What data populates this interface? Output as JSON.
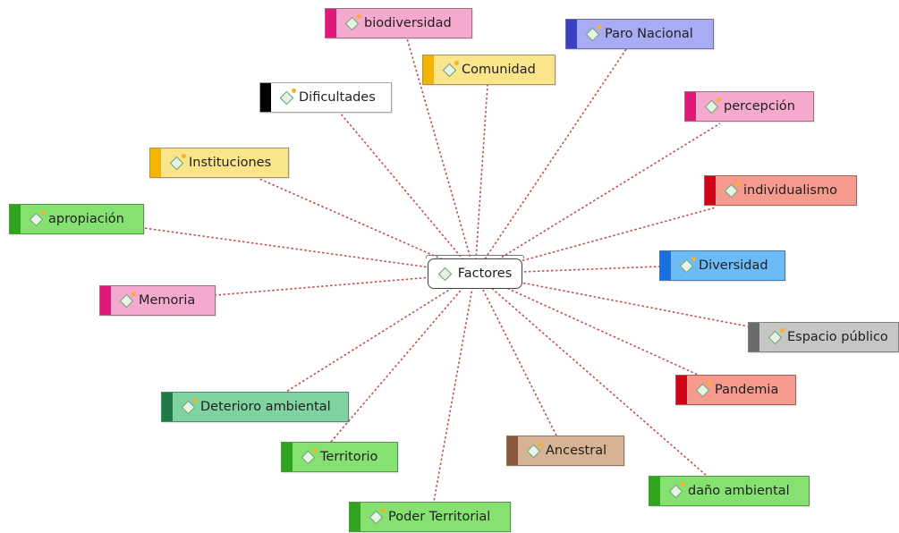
{
  "center": {
    "label": "Factores"
  },
  "link_color": "#c0504d",
  "nodes": [
    {
      "id": "biodiversidad",
      "label": "biodiversidad",
      "strip": "#e0187a",
      "fill": "#f6a9cf",
      "icon": "concept-icon"
    },
    {
      "id": "paro-nacional",
      "label": "Paro Nacional",
      "strip": "#3a3fc4",
      "fill": "#a7acf4",
      "icon": "concept-icon"
    },
    {
      "id": "comunidad",
      "label": "Comunidad",
      "strip": "#f5b400",
      "fill": "#fbe58a",
      "icon": "concept-icon"
    },
    {
      "id": "dificultades",
      "label": "Dificultades",
      "strip": "#000000",
      "fill": "#ffffff",
      "icon": "concept-icon"
    },
    {
      "id": "percepcion",
      "label": "percepción",
      "strip": "#e0187a",
      "fill": "#f6a9cf",
      "icon": "concept-icon"
    },
    {
      "id": "instituciones",
      "label": "Instituciones",
      "strip": "#f5b400",
      "fill": "#fbe58a",
      "icon": "concept-icon"
    },
    {
      "id": "individualismo",
      "label": "individualismo",
      "strip": "#d0021b",
      "fill": "#f59a8c",
      "icon": "concept-icon"
    },
    {
      "id": "apropiacion",
      "label": "apropiación",
      "strip": "#2ea51d",
      "fill": "#86e270",
      "icon": "concept-icon"
    },
    {
      "id": "diversidad",
      "label": "Diversidad",
      "strip": "#1a6fe0",
      "fill": "#6dbbf6",
      "icon": "concept-icon"
    },
    {
      "id": "memoria",
      "label": "Memoria",
      "strip": "#e0187a",
      "fill": "#f6a9cf",
      "icon": "concept-icon"
    },
    {
      "id": "espacio-publico",
      "label": "Espacio público",
      "strip": "#6b6b6b",
      "fill": "#c6c6c6",
      "icon": "concept-icon"
    },
    {
      "id": "pandemia",
      "label": "Pandemia",
      "strip": "#d0021b",
      "fill": "#f59a8c",
      "icon": "concept-icon"
    },
    {
      "id": "deterioro-ambiental",
      "label": "Deterioro ambiental",
      "strip": "#1f7a4a",
      "fill": "#7fd3a0",
      "icon": "concept-icon"
    },
    {
      "id": "ancestral",
      "label": "Ancestral",
      "strip": "#8b5a3c",
      "fill": "#d8b393",
      "icon": "concept-icon"
    },
    {
      "id": "territorio",
      "label": "Territorio",
      "strip": "#2ea51d",
      "fill": "#86e270",
      "icon": "concept-icon"
    },
    {
      "id": "dano-ambiental",
      "label": "daño ambiental",
      "strip": "#2ea51d",
      "fill": "#86e270",
      "icon": "concept-icon"
    },
    {
      "id": "poder-territorial",
      "label": "Poder Territorial",
      "strip": "#2ea51d",
      "fill": "#86e270",
      "icon": "concept-icon"
    }
  ]
}
